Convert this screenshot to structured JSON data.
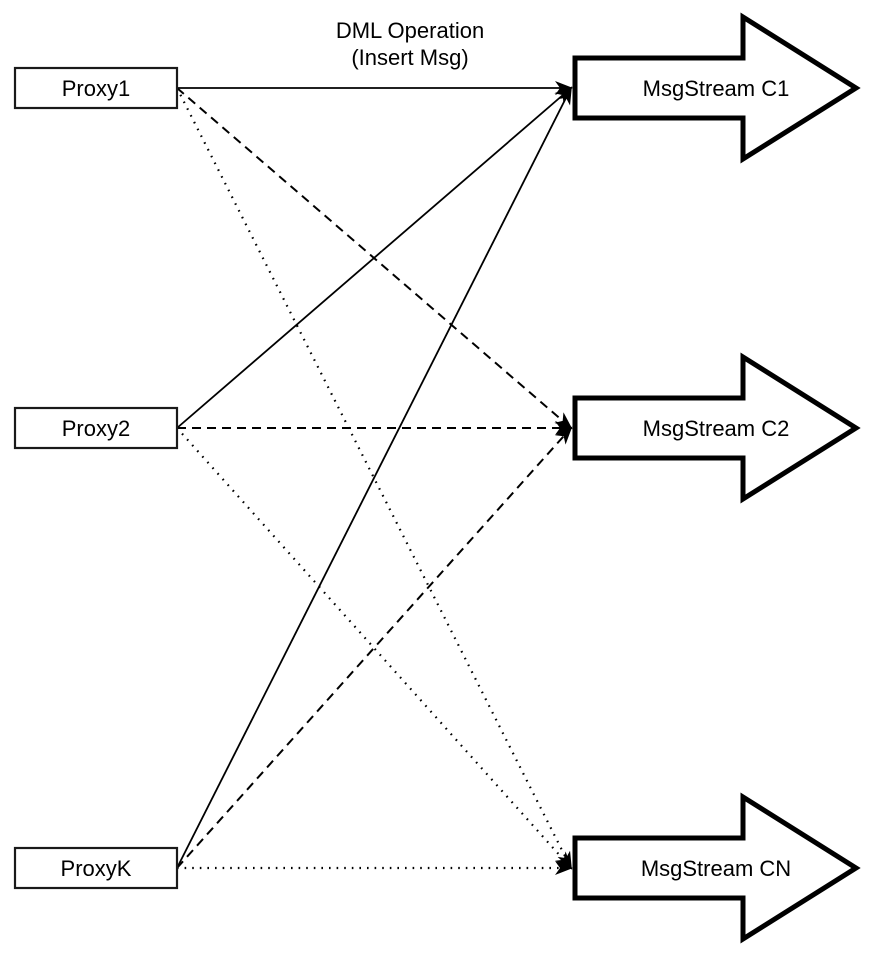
{
  "title": {
    "line1": "DML Operation",
    "line2": "(Insert Msg)"
  },
  "proxies": [
    {
      "label": "Proxy1"
    },
    {
      "label": "Proxy2"
    },
    {
      "label": "ProxyK"
    }
  ],
  "streams": [
    {
      "label": "MsgStream C1"
    },
    {
      "label": "MsgStream C2"
    },
    {
      "label": "MsgStream CN"
    }
  ],
  "edges": [
    {
      "from": "Proxy1",
      "to": "MsgStream C1",
      "style": "solid"
    },
    {
      "from": "Proxy2",
      "to": "MsgStream C1",
      "style": "solid"
    },
    {
      "from": "ProxyK",
      "to": "MsgStream C1",
      "style": "solid"
    },
    {
      "from": "Proxy1",
      "to": "MsgStream C2",
      "style": "dashed"
    },
    {
      "from": "Proxy2",
      "to": "MsgStream C2",
      "style": "dashed"
    },
    {
      "from": "ProxyK",
      "to": "MsgStream C2",
      "style": "dashed"
    },
    {
      "from": "Proxy1",
      "to": "MsgStream CN",
      "style": "dotted"
    },
    {
      "from": "Proxy2",
      "to": "MsgStream CN",
      "style": "dotted"
    },
    {
      "from": "ProxyK",
      "to": "MsgStream CN",
      "style": "dotted"
    }
  ],
  "colors": {
    "line": "#000000",
    "shape_fill": "#ffffff",
    "text": "#000000"
  }
}
